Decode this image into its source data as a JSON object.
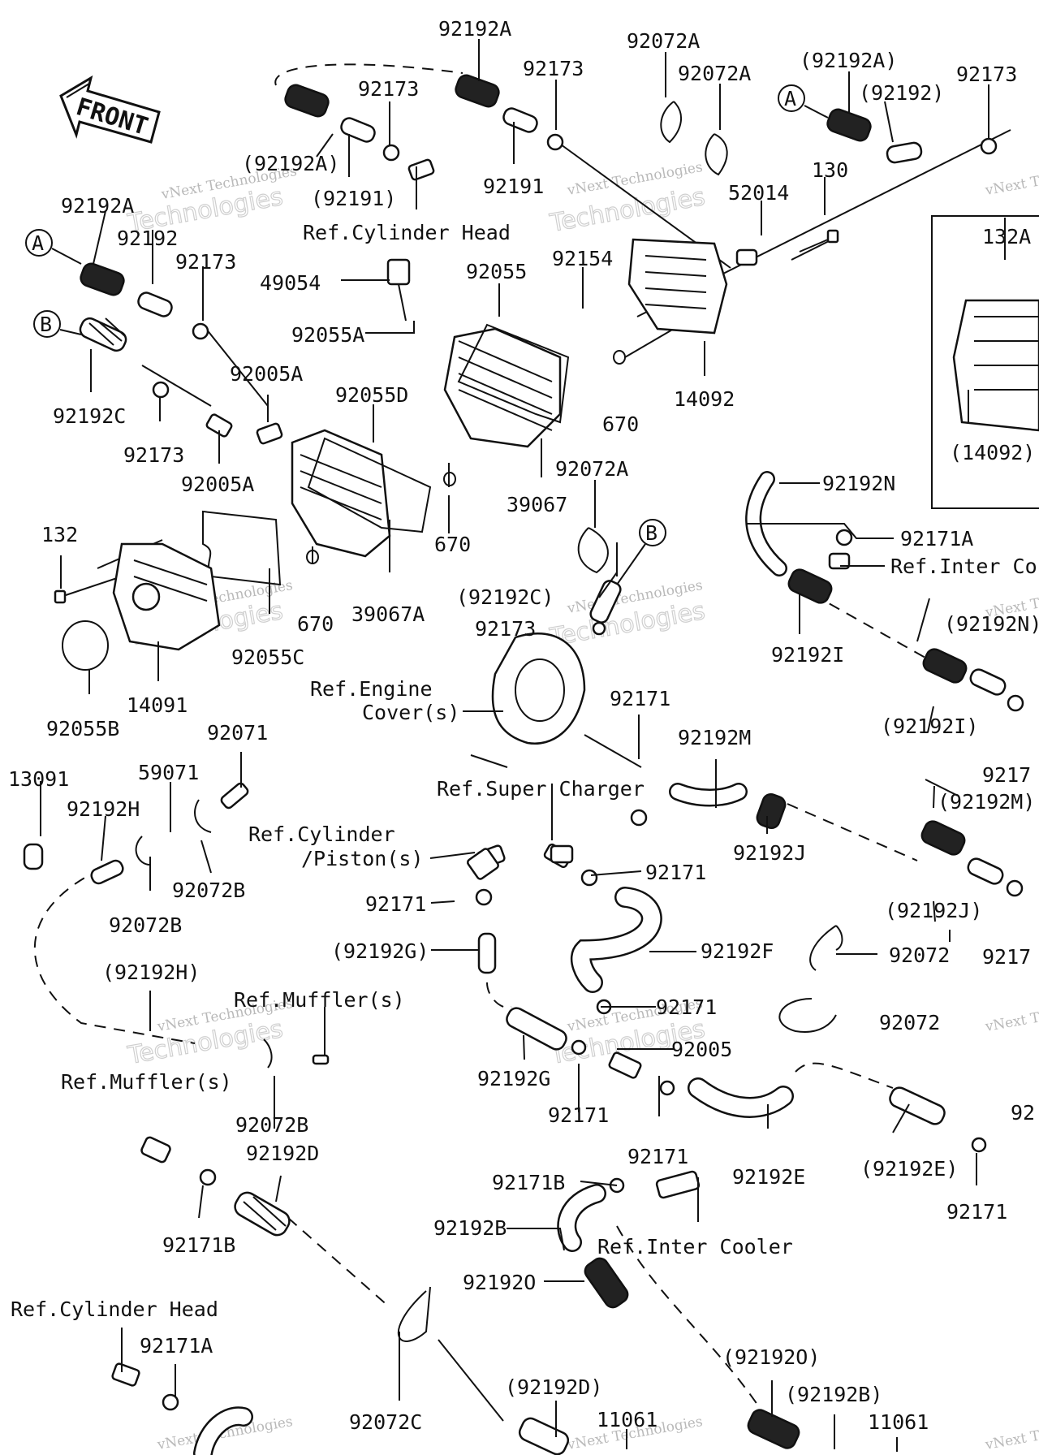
{
  "watermark": {
    "line1": "vNext Technologies",
    "line2": "Technologies"
  },
  "front_arrow": {
    "text": "FRONT",
    "icon": "front-arrow-icon"
  },
  "markers": {
    "a": "A",
    "b": "B"
  },
  "labels": {
    "l_92192A_top": "92192A",
    "l_92072A_top": "92072A",
    "l_92173_1": "92173",
    "l_92173_2": "92173",
    "l_92072A_2": "92072A",
    "l_p92192A_r": "(92192A)",
    "l_92173_r": "92173",
    "l_p92192_r": "(92192)",
    "l_p92192A_l": "(92192A)",
    "l_p92191": "(92191)",
    "l_92191": "92191",
    "l_52014": "52014",
    "l_130": "130",
    "l_132A": "132A",
    "l_ref_cyl_head": "Ref.Cylinder Head",
    "l_92192A_l": "92192A",
    "l_92192_l": "92192",
    "l_92173_l": "92173",
    "l_49054": "49054",
    "l_92055": "92055",
    "l_92154": "92154",
    "l_92055A": "92055A",
    "l_92192C": "92192C",
    "l_92005A_1": "92005A",
    "l_92055D": "92055D",
    "l_92173_l2": "92173",
    "l_92005A_2": "92005A",
    "l_670_1": "670",
    "l_14092": "14092",
    "l_p14092": "(14092)",
    "l_39067": "39067",
    "l_92072A_3": "92072A",
    "l_92192N": "92192N",
    "l_92171A": "92171A",
    "l_ref_inter_top": "Ref.Inter Co",
    "l_132": "132",
    "l_670_2": "670",
    "l_670_3": "670",
    "l_39067A": "39067A",
    "l_p92192C": "(92192C)",
    "l_92173_m": "92173",
    "l_92192I": "92192I",
    "l_p92192N": "(92192N)",
    "l_92055C": "92055C",
    "l_14091": "14091",
    "l_92055B": "92055B",
    "l_ref_engine": "Ref.Engine",
    "l_cover": "Cover(s)",
    "l_92171_a": "92171",
    "l_p92192I": "(92192I)",
    "l_9217_r1": "9217",
    "l_92071": "92071",
    "l_13091": "13091",
    "l_59071": "59071",
    "l_92192H": "92192H",
    "l_92192M": "92192M",
    "l_ref_super": "Ref.Super Charger",
    "l_p92192M": "(92192M)",
    "l_ref_cylinder": "Ref.Cylinder",
    "l_piston": "/Piston(s)",
    "l_92072B_1": "92072B",
    "l_92192J": "92192J",
    "l_92171_b": "92171",
    "l_92072B_2": "92072B",
    "l_92171_c": "92171",
    "l_p92192J": "(92192J)",
    "l_9217_r2": "9217",
    "l_p92192G": "(92192G)",
    "l_92192F": "92192F",
    "l_92072_1": "92072",
    "l_p92192H": "(92192H)",
    "l_ref_muffler_1": "Ref.Muffler(s)",
    "l_92171_d": "92171",
    "l_92072_2": "92072",
    "l_92005": "92005",
    "l_ref_muffler_2": "Ref.Muffler(s)",
    "l_92192G": "92192G",
    "l_92171_e": "92171",
    "l_92072B_3": "92072B",
    "l_92192D": "92192D",
    "l_92171_f": "92171",
    "l_92192E": "92192E",
    "l_p92192E": "(92192E)",
    "l_92_r": "92",
    "l_92171B_1": "92171B",
    "l_92171_g": "92171",
    "l_92192B": "92192B",
    "l_ref_inter_cooler": "Ref.Inter Cooler",
    "l_92171B_2": "92171B",
    "l_92192O": "92192O",
    "l_ref_cyl_head_2": "Ref.Cylinder Head",
    "l_p92192O": "(92192O)",
    "l_92171A_2": "92171A",
    "l_p92192D": "(92192D)",
    "l_p92192B": "(92192B)",
    "l_11061_1": "11061",
    "l_11061_2": "11061",
    "l_92072C": "92072C"
  }
}
